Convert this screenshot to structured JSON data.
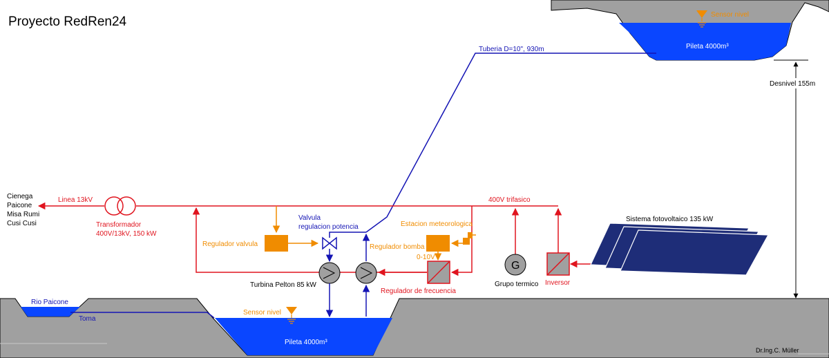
{
  "title": "Proyecto RedRen24",
  "author": "Dr.Ing.C. Müller",
  "colors": {
    "power": "#e0141e",
    "control": "#f08c00",
    "water": "#1414b4",
    "reservoir": "#0a46ff",
    "ground": "#a0a0a0",
    "panel": "#1e2d78",
    "device": "#a0a0a0"
  },
  "upper_reservoir": {
    "label": "Pileta 4000m³",
    "sensor_label": "Sensor nivel"
  },
  "lower_reservoir": {
    "label": "Pileta 4000m³",
    "sensor_label": "Sensor nivel"
  },
  "river": {
    "label": "Rio Paicone",
    "intake_label": "Toma"
  },
  "pipe_label": "Tuberia D=10\", 930m",
  "height_difference": "Desnivel 155m",
  "grid": {
    "line_label": "Linea 13kV",
    "bus_label": "400V trifasico",
    "transformer_title": "Transformador",
    "transformer_spec": "400V/13kV, 150 kW",
    "destinations": [
      "Cienega",
      "Paicone",
      "Misa Rumi",
      "Cusi Cusi"
    ]
  },
  "components": {
    "valve_regulator": "Regulador valvula",
    "valve_line1": "Valvula",
    "valve_line2": "regulacion potencia",
    "pump_regulator": "Regulador bomba",
    "weather_station": "Estacion meteorologica",
    "signal_range": "0-10V",
    "freq_regulator": "Regulador de frecuencia",
    "turbine": "Turbina Pelton 85 kW",
    "generator_symbol": "G",
    "thermal_group": "Grupo termico",
    "inverter": "Inversor",
    "pv_system": "Sistema fotovoltaico 135 kW"
  }
}
